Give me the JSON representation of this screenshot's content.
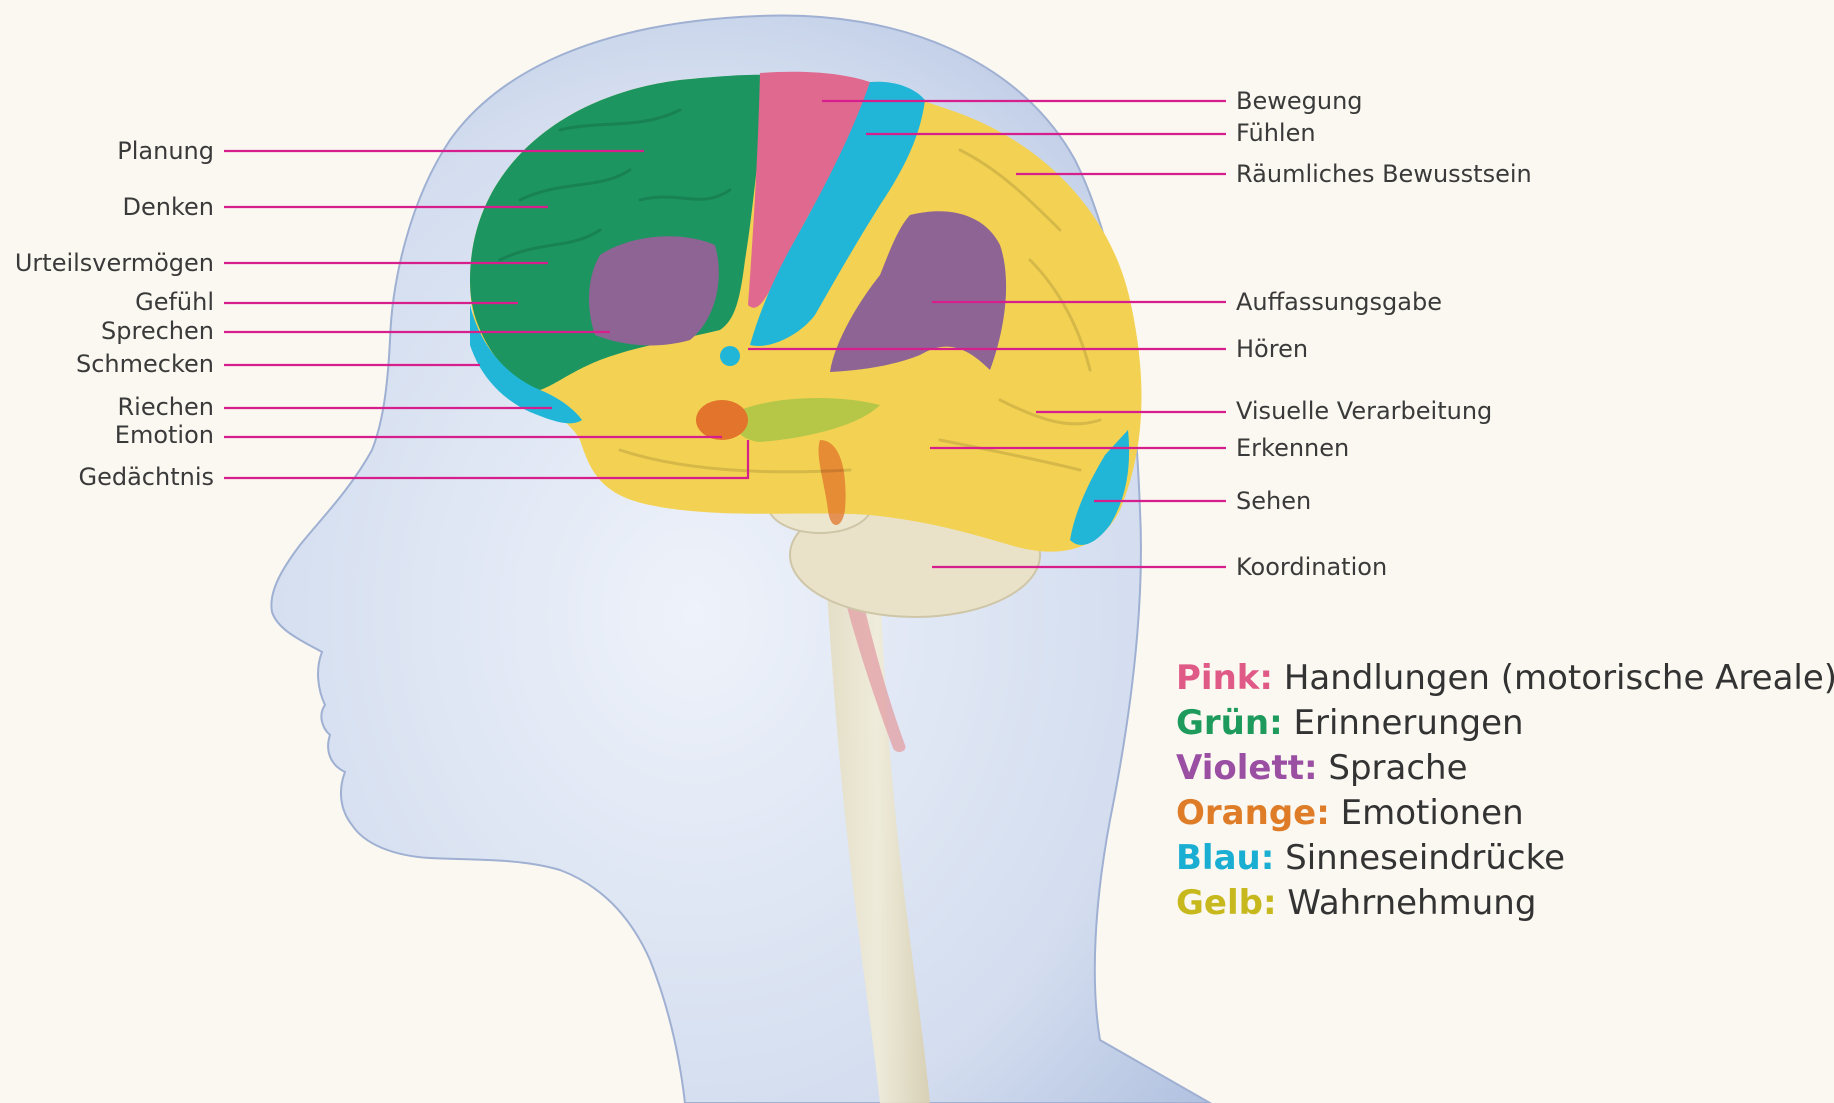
{
  "labels_left": [
    {
      "id": "planung",
      "text": "Planung"
    },
    {
      "id": "denken",
      "text": "Denken"
    },
    {
      "id": "urteilsvermoegen",
      "text": "Urteilsvermögen"
    },
    {
      "id": "gefuehl",
      "text": "Gefühl"
    },
    {
      "id": "sprechen",
      "text": "Sprechen"
    },
    {
      "id": "schmecken",
      "text": "Schmecken"
    },
    {
      "id": "riechen",
      "text": "Riechen"
    },
    {
      "id": "emotion",
      "text": "Emotion"
    },
    {
      "id": "gedaechtnis",
      "text": "Gedächtnis"
    }
  ],
  "labels_right": [
    {
      "id": "bewegung",
      "text": "Bewegung"
    },
    {
      "id": "fuehlen",
      "text": "Fühlen"
    },
    {
      "id": "raeumliches-bewusstsein",
      "text": "Räumliches Bewusstsein"
    },
    {
      "id": "auffassungsgabe",
      "text": "Auffassungsgabe"
    },
    {
      "id": "hoeren",
      "text": "Hören"
    },
    {
      "id": "visuelle-verarbeitung",
      "text": "Visuelle Verarbeitung"
    },
    {
      "id": "erkennen",
      "text": "Erkennen"
    },
    {
      "id": "sehen",
      "text": "Sehen"
    },
    {
      "id": "koordination",
      "text": "Koordination"
    }
  ],
  "legend": [
    {
      "key": "Pink:",
      "text": "Handlungen (motorische Areale)",
      "color": "#e05a87"
    },
    {
      "key": "Grün:",
      "text": "Erinnerungen",
      "color": "#1d9a5c"
    },
    {
      "key": "Violett:",
      "text": "Sprache",
      "color": "#9a4fa3"
    },
    {
      "key": "Orange:",
      "text": "Emotionen",
      "color": "#de7c28"
    },
    {
      "key": "Blau:",
      "text": "Sinneseindrücke",
      "color": "#1aaed2"
    },
    {
      "key": "Gelb:",
      "text": "Wahrnehmung",
      "color": "#c6b81d"
    }
  ],
  "colors": {
    "leader_line": "#d61e8c",
    "background": "#fbf8f1",
    "head": "#c9d5ea",
    "green": "#1c9560",
    "pink": "#e06a8f",
    "violet": "#8d6494",
    "blue": "#21b6d8",
    "yellow": "#f3d253",
    "orange": "#e2742b",
    "cerebellum": "#e9e2c9"
  }
}
